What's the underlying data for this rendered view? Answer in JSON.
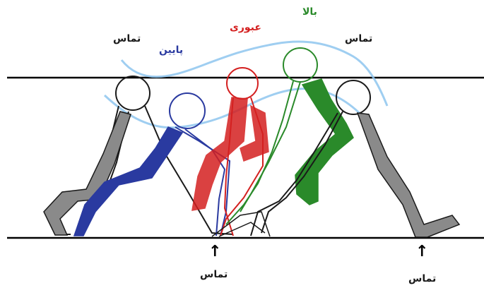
{
  "labels": {
    "contact_left_top": "تماس",
    "down": "پایین",
    "transition": "عبوری",
    "up": "بالا",
    "contact_right_top": "تماس",
    "contact_bottom_middle": "تماس",
    "contact_bottom_right": "تماس"
  },
  "arrow_glyph": "↑",
  "colors": {
    "contact": "#1a1a1a",
    "down": "#2a3aa0",
    "transition": "#d42020",
    "up": "#2a8a2a",
    "trajectory": "#8ec6ee",
    "contact_leg": "#8a8a8a",
    "rail": "#000000"
  }
}
